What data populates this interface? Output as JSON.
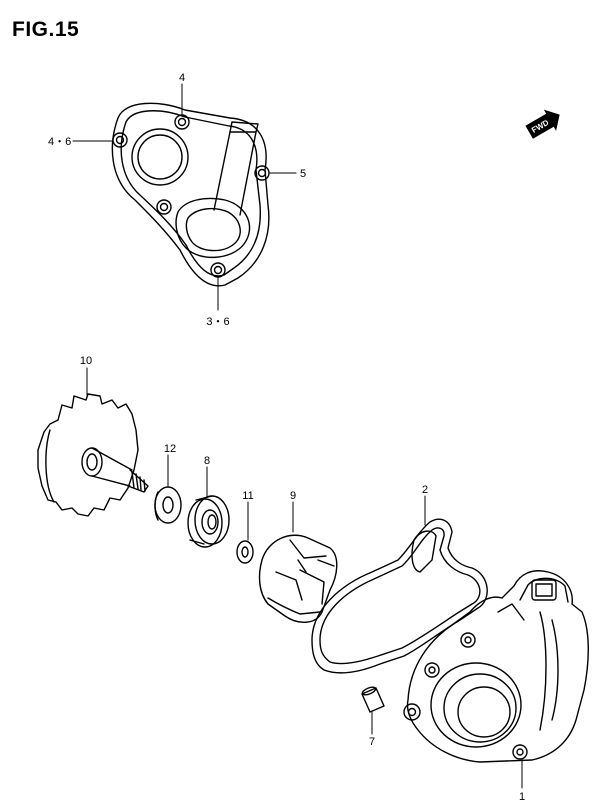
{
  "figure": {
    "title": "FIG.15"
  },
  "direction_badge": {
    "label": "FWD"
  },
  "callouts": {
    "c1": "1",
    "c2": "2",
    "c3_6": "3・6",
    "c4": "4",
    "c4_6": "4・6",
    "c5": "5",
    "c7": "7",
    "c8": "8",
    "c9": "9",
    "c10": "10",
    "c11": "11",
    "c12": "12"
  },
  "colors": {
    "ink": "#000000",
    "paper": "#ffffff"
  }
}
